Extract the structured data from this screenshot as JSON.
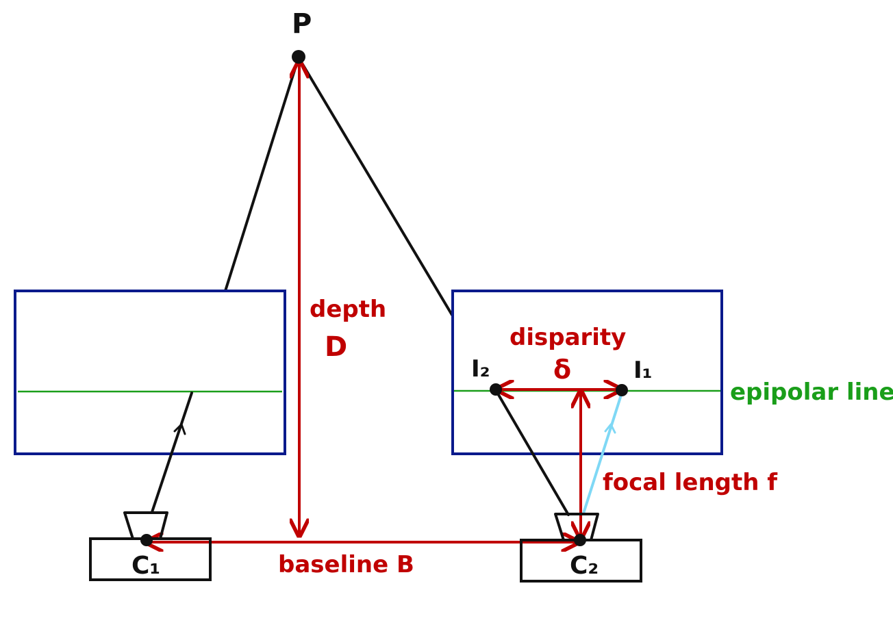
{
  "labels": {
    "point_p": "P",
    "camera_1": "C₁",
    "camera_2": "C₂",
    "image_point_1": "I₁",
    "image_point_2": "I₂",
    "depth": "depth",
    "depth_symbol": "D",
    "disparity": "disparity",
    "disparity_symbol": "δ",
    "epipolar_line": "epipolar line",
    "focal_length": "focal length f",
    "baseline": "baseline B"
  },
  "colors": {
    "image_plane": "#0a1a8c",
    "epipolar": "#1a9e1a",
    "measurement": "#c00000",
    "ray": "#111111",
    "ray_light": "#7fd8f5"
  }
}
